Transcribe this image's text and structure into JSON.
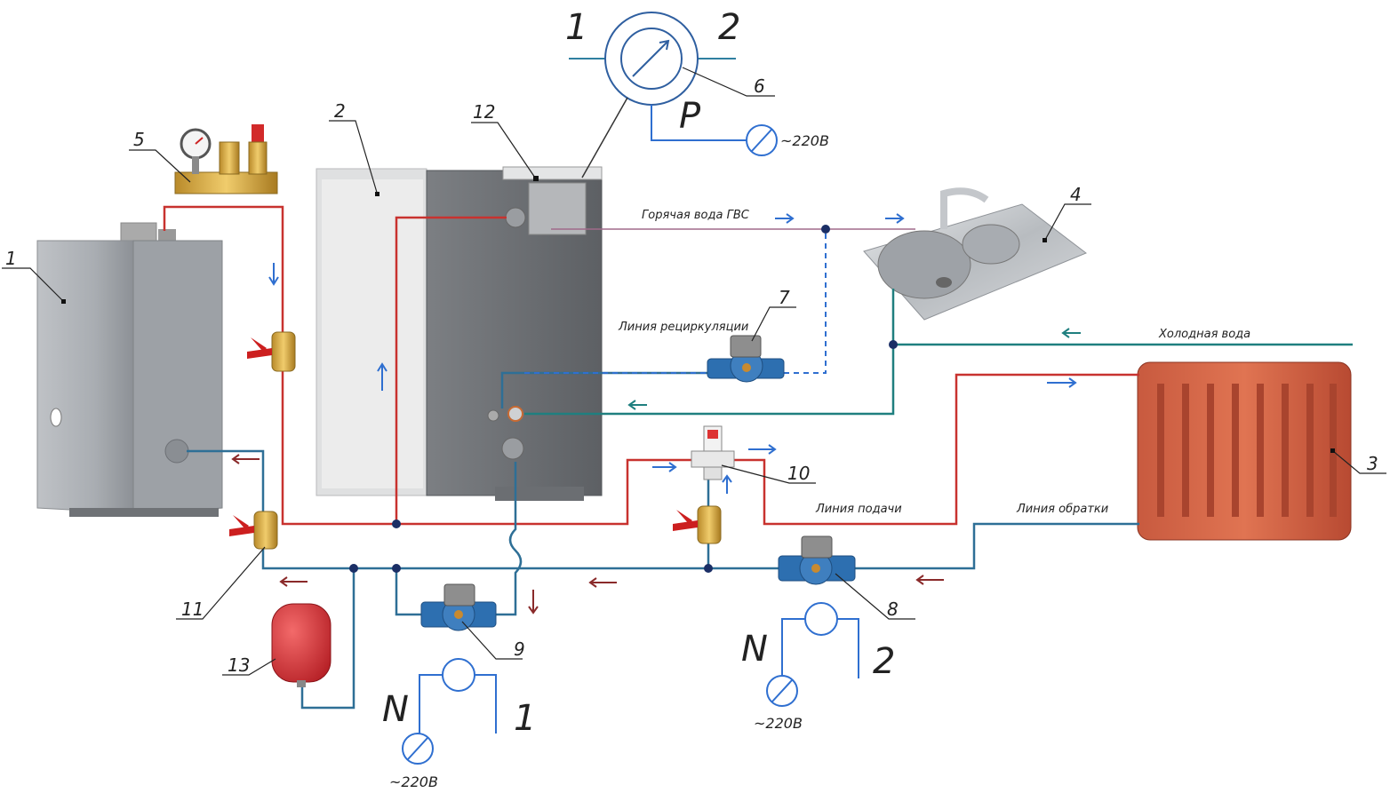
{
  "labels": {
    "hot_water": "Горячая вода ГВС",
    "recirculation": "Линия рециркуляции",
    "cold_water": "Холодная вода",
    "supply": "Линия подачи",
    "return": "Линия обратки",
    "voltage": "~220В",
    "pressure": "P",
    "neutral": "N"
  },
  "callouts": {
    "boiler": "1",
    "tank": "2",
    "radiator": "3",
    "sink": "4",
    "safety_group": "5",
    "pressure_switch": "6",
    "recirc_pump": "7",
    "heating_pump": "8",
    "tank_pump": "9",
    "three_way_valve": "10",
    "ball_valve": "11",
    "thermostat": "12",
    "expansion_tank": "13"
  },
  "terminals": {
    "one": "1",
    "two": "2"
  },
  "colors": {
    "supply_red": "#c8322f",
    "return_blue": "#2e6f96",
    "cold_teal": "#1f7f7f",
    "signal_blue": "#2f6fd0",
    "hot_pipe": "#a06a8a"
  }
}
